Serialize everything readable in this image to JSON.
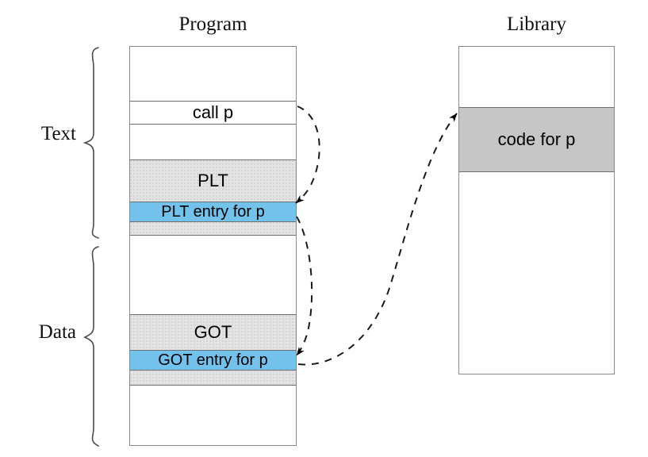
{
  "figure": {
    "title_left": "Program",
    "title_right": "Library",
    "segment_labels": [
      {
        "name": "text",
        "label": "Text"
      },
      {
        "name": "data",
        "label": "Data"
      }
    ],
    "colors": {
      "highlight_blue": "#72c2ec",
      "block_grey_hatch": "#e3e3e3",
      "block_grey_solid": "#c6c6c6",
      "outline": "#8a8a8a",
      "rule": "#6e6e6e",
      "text": "#000000",
      "background": "#ffffff"
    }
  },
  "program": {
    "title": "Program",
    "bands": [
      {
        "name": "program-top-empty",
        "label": "",
        "fill": "white"
      },
      {
        "name": "call-site",
        "label": "call p",
        "fill": "white"
      },
      {
        "name": "text-gap",
        "label": "",
        "fill": "white"
      },
      {
        "name": "plt-block",
        "label": "PLT",
        "fill": "hatch"
      },
      {
        "name": "plt-entry-for-p",
        "label": "PLT entry for p",
        "fill": "blue"
      },
      {
        "name": "plt-block-tail",
        "label": "",
        "fill": "hatch"
      },
      {
        "name": "data-gap",
        "label": "",
        "fill": "white"
      },
      {
        "name": "got-block",
        "label": "GOT",
        "fill": "hatch"
      },
      {
        "name": "got-entry-for-p",
        "label": "GOT entry for p",
        "fill": "blue"
      },
      {
        "name": "got-block-tail",
        "label": "",
        "fill": "hatch"
      },
      {
        "name": "program-bottom-empty",
        "label": "",
        "fill": "white"
      }
    ]
  },
  "library": {
    "title": "Library",
    "bands": [
      {
        "name": "library-top-empty",
        "label": "",
        "fill": "white"
      },
      {
        "name": "code-for-p",
        "label": "code for p",
        "fill": "grey"
      },
      {
        "name": "library-bottom-empty",
        "label": "",
        "fill": "white"
      }
    ]
  },
  "arrows": [
    {
      "name": "arrow-call-to-plt-entry",
      "from": "call-site",
      "to": "plt-entry-for-p",
      "style": "dashed"
    },
    {
      "name": "arrow-plt-to-got-entry",
      "from": "plt-entry-for-p",
      "to": "got-entry-for-p",
      "style": "dashed"
    },
    {
      "name": "arrow-got-to-library-code",
      "from": "got-entry-for-p",
      "to": "code-for-p",
      "style": "dashed"
    }
  ]
}
